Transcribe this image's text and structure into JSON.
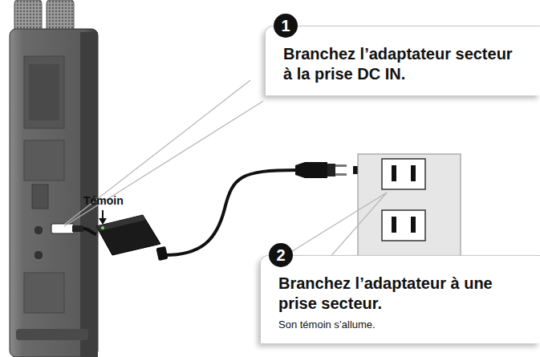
{
  "diagram": {
    "nodes": [
      {
        "text": [
          "1",
          "Branchez l’adaptateur secteur à la prise DC IN."
        ]
      },
      {
        "text": [
          "2",
          "Branchez l’adaptateur à une prise secteur.",
          "Son témoin s’allume."
        ]
      }
    ],
    "edges": [],
    "labels": [
      "Témoin"
    ]
  }
}
